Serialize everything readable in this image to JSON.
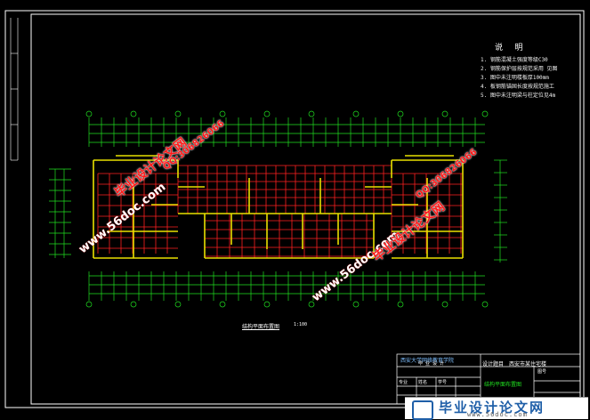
{
  "notes": {
    "title": "说 明",
    "items": [
      "1. 钢筋混凝土强度等级C30",
      "2. 钢筋保护层按规范采用 见图",
      "3. 图中未注明楼板厚100mm",
      "4. 板钢筋锚固长度按规范施工",
      "5. 图中未注明梁与柱定位见4m"
    ]
  },
  "plan": {
    "title": "结构平面布置图",
    "scale": "1:100"
  },
  "title_block": {
    "school": "西安大学网络教育学院",
    "subject": "毕 业 设 计",
    "project_label": "设计题目",
    "project": "西安市某住宅楼",
    "drawing_name": "结构平面布置图",
    "row_labels": [
      "专业",
      "姓名",
      "学号"
    ],
    "sheet_label": "图号"
  },
  "watermarks": {
    "brand": "毕业设计论文网",
    "url": "www.56doc.com",
    "qq": "QQ:306826066"
  },
  "footer": {
    "brand": "毕业设计论文网",
    "url": "www.56doc.com"
  },
  "colors": {
    "background": "#000000",
    "frame": "#ffffff",
    "grid_red": "#ff2020",
    "wall_yellow": "#e8e000",
    "dim_green": "#20e020",
    "watermark_red": "#ff1a1a"
  }
}
